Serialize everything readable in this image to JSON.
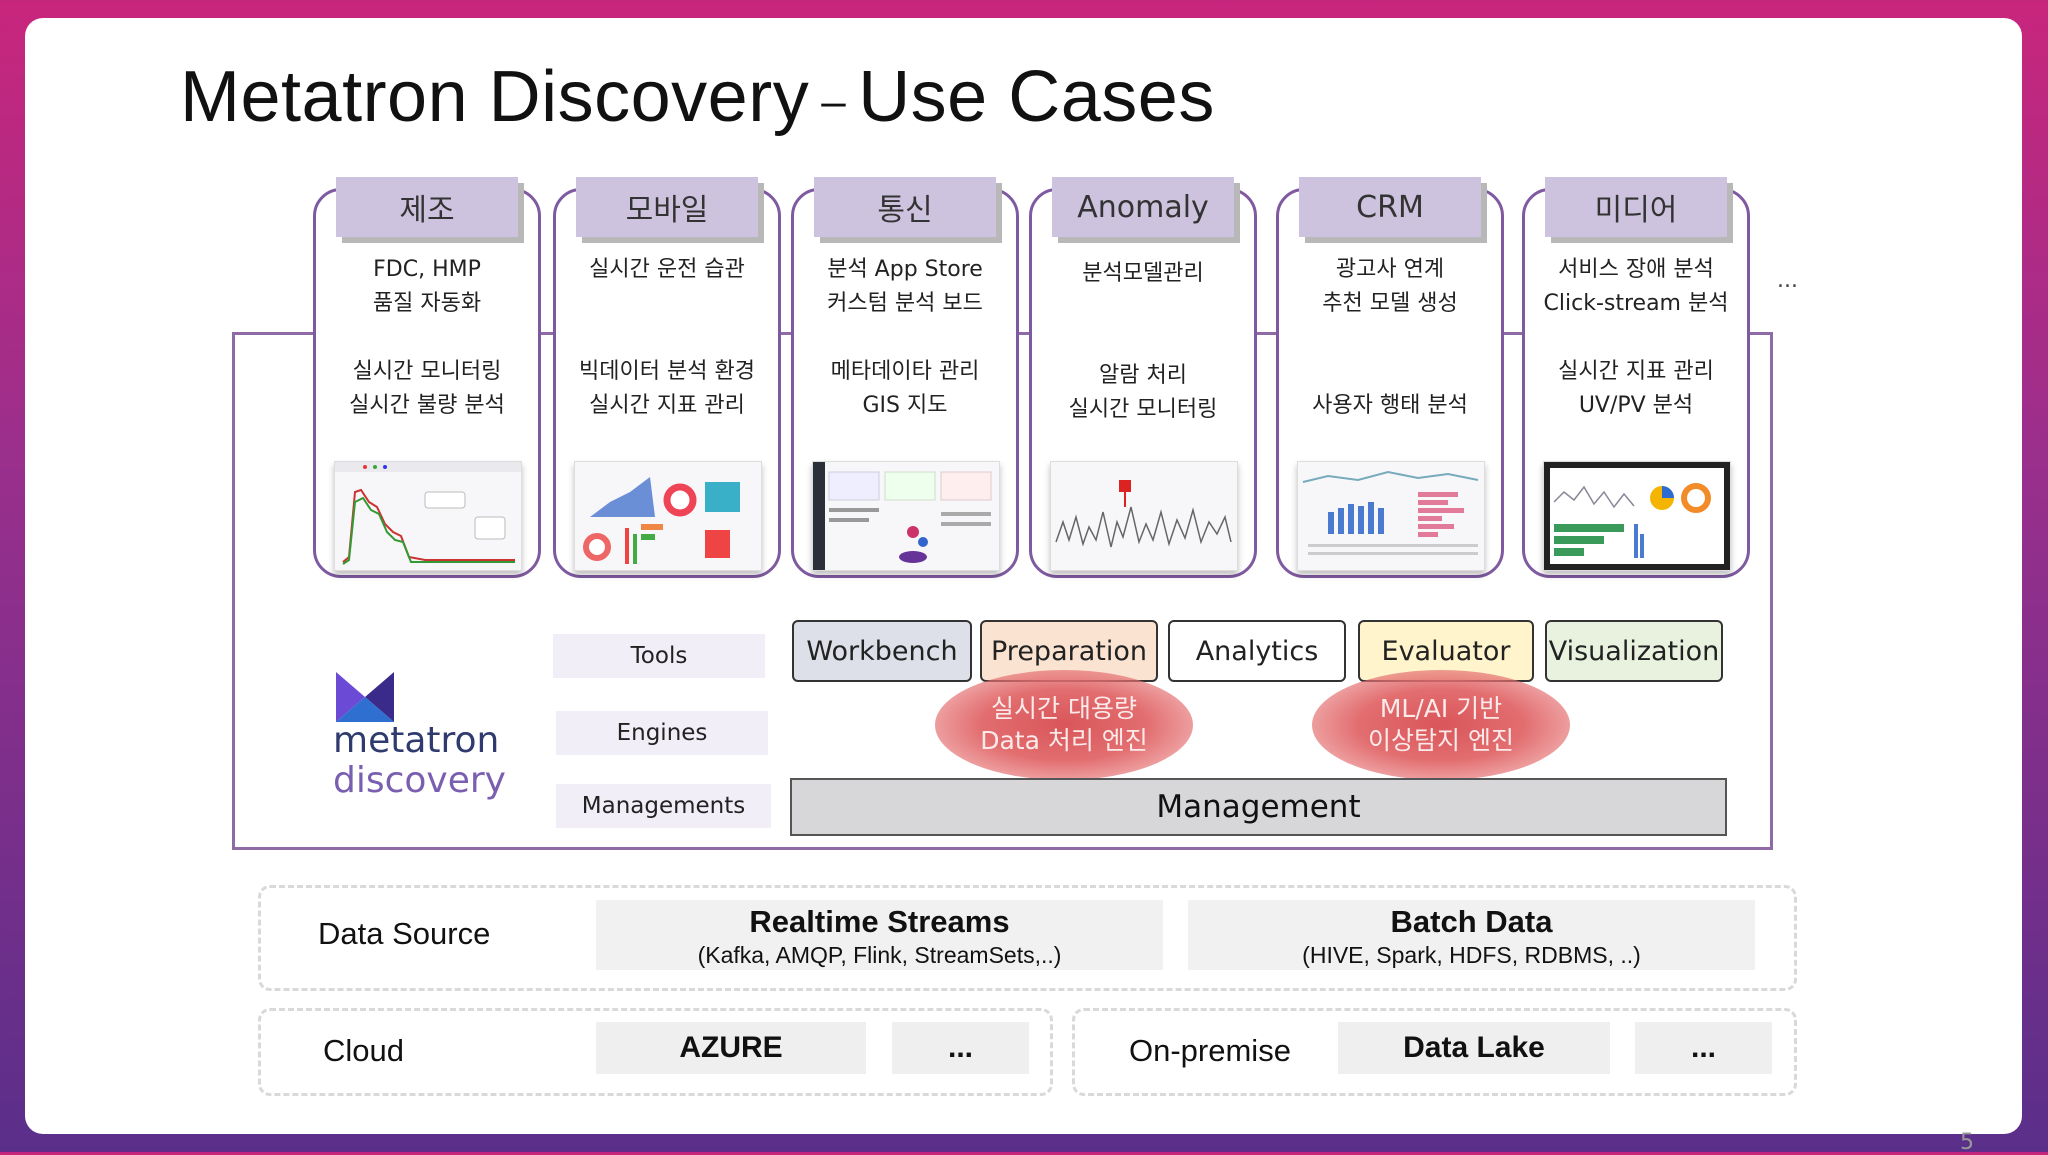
{
  "slide": {
    "title_left": "Metatron Discovery",
    "title_dash": "–",
    "title_right": "Use Cases",
    "page_number": "5"
  },
  "use_cases": [
    {
      "header": "제조",
      "lines_top": [
        "FDC, HMP",
        "품질 자동화"
      ],
      "lines_bottom": [
        "실시간 모니터링",
        "실시간 불량 분석"
      ]
    },
    {
      "header": "모바일",
      "lines_top": [
        "실시간 운전 습관"
      ],
      "lines_bottom": [
        "빅데이터 분석 환경",
        "실시간 지표 관리"
      ]
    },
    {
      "header": "통신",
      "lines_top": [
        "분석 App Store",
        "커스텀 분석 보드"
      ],
      "lines_bottom": [
        "메타데이타 관리",
        "GIS 지도"
      ]
    },
    {
      "header": "Anomaly",
      "lines_top": [
        "분석모델관리"
      ],
      "lines_bottom": [
        "알람 처리",
        "실시간 모니터링"
      ]
    },
    {
      "header": "CRM",
      "lines_top": [
        "광고사 연계",
        "추천 모델 생성"
      ],
      "lines_bottom": [
        "사용자 행태 분석"
      ]
    },
    {
      "header": "미디어",
      "lines_top": [
        "서비스 장애 분석",
        "Click-stream 분석"
      ],
      "lines_bottom": [
        "실시간 지표 관리",
        "UV/PV 분석"
      ]
    }
  ],
  "more_use_cases": "...",
  "logo": {
    "word1": "metatron",
    "word2": "discovery"
  },
  "layers": {
    "tools": "Tools",
    "engines": "Engines",
    "managements": "Managements"
  },
  "tools": [
    "Workbench",
    "Preparation",
    "Analytics",
    "Evaluator",
    "Visualization"
  ],
  "tool_colors": {
    "Workbench": "#dde0e8",
    "Preparation": "#fbe3d2",
    "Analytics": "#ffffff",
    "Evaluator": "#fff4cc",
    "Visualization": "#e9f2df"
  },
  "engines": [
    {
      "line1": "실시간 대용량",
      "line2": "Data 처리 엔진"
    },
    {
      "line1": "ML/AI 기반",
      "line2": "이상탐지 엔진"
    }
  ],
  "management_bar": "Management",
  "data_source": {
    "label": "Data Source",
    "realtime": {
      "title": "Realtime Streams",
      "detail": "(Kafka, AMQP, Flink, StreamSets,..)"
    },
    "batch": {
      "title": "Batch Data",
      "detail": "(HIVE, Spark, HDFS, RDBMS, ..)"
    }
  },
  "cloud": {
    "label": "Cloud",
    "item1": "AZURE",
    "item2": "..."
  },
  "onpremise": {
    "label": "On-premise",
    "item1": "Data Lake",
    "item2": "..."
  }
}
